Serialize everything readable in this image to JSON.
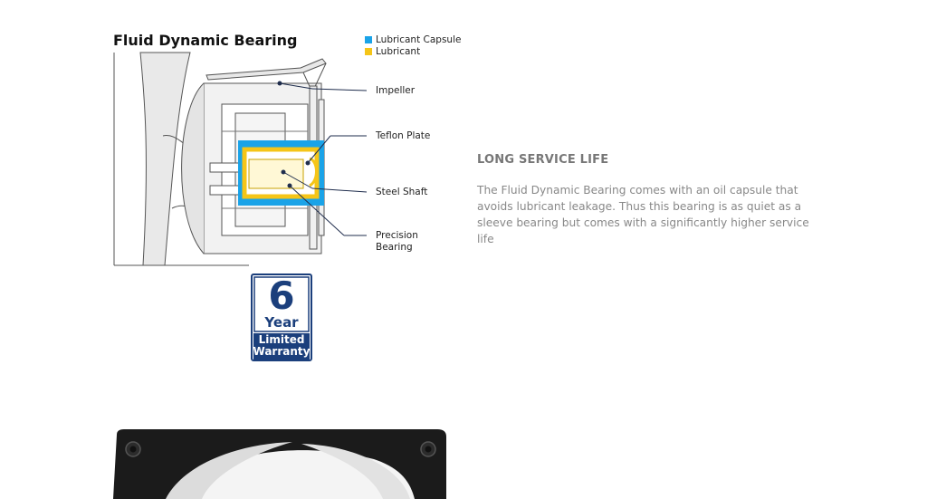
{
  "diagram": {
    "title": "Fluid Dynamic Bearing",
    "legend": [
      {
        "label": "Lubricant Capsule",
        "color": "#1aa3e8"
      },
      {
        "label": "Lubricant",
        "color": "#f5c518"
      }
    ],
    "callouts": {
      "impeller": "Impeller",
      "teflon_plate": "Teflon Plate",
      "steel_shaft": "Steel Shaft",
      "precision_bearing_line1": "Precision",
      "precision_bearing_line2": "Bearing"
    }
  },
  "warranty_badge": {
    "years": "6",
    "year_label": "Year",
    "line1": "Limited",
    "line2": "Warranty",
    "color": "#1b3f7c"
  },
  "feature": {
    "heading": "LONG SERVICE LIFE",
    "body": "The Fluid Dynamic Bearing comes with an oil capsule that avoids lubricant leakage. Thus this bearing is as quiet as a sleeve bearing but comes with a significantly higher service life"
  }
}
